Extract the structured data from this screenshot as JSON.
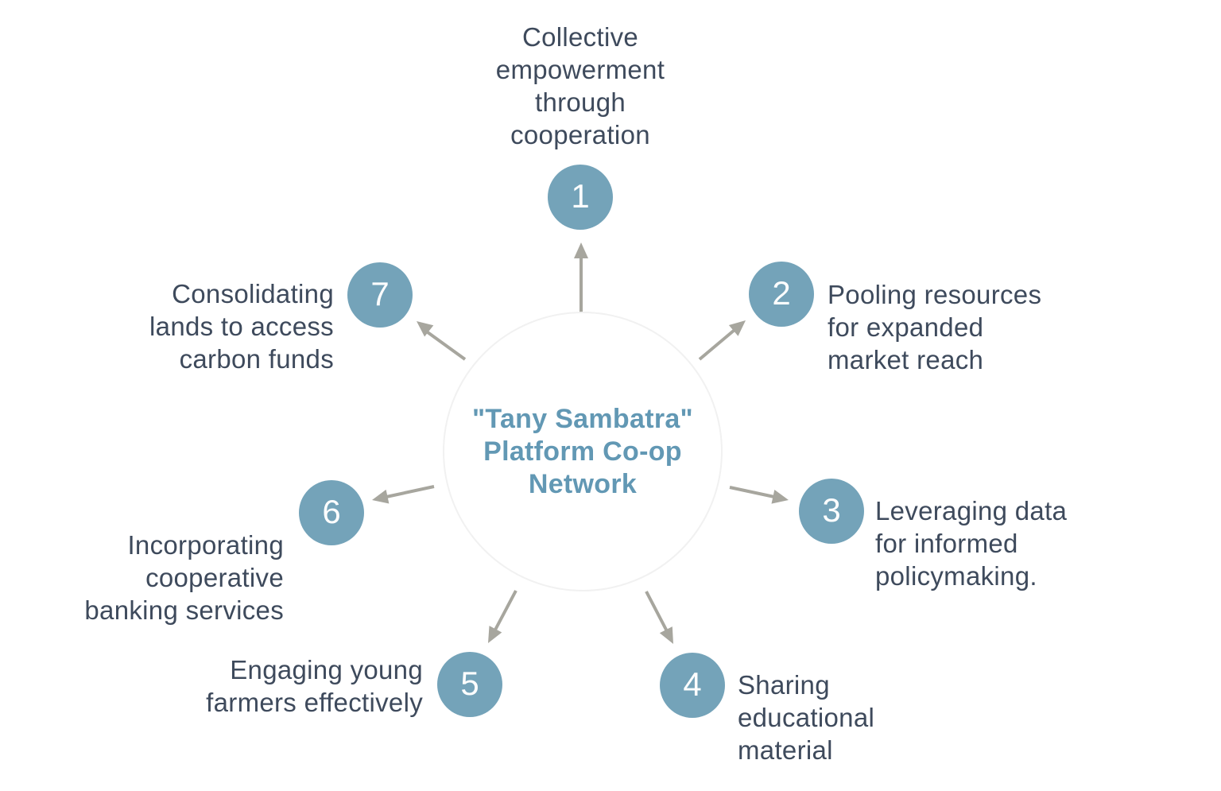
{
  "diagram": {
    "center": {
      "title": "\"Tany Sambatra\" Platform Co-op Network",
      "title_lines": [
        "\"Tany Sambatra\"",
        "Platform Co-op",
        "Network"
      ]
    },
    "items": [
      {
        "number": "1",
        "label": "Collective empowerment through cooperation",
        "lines": [
          "Collective",
          "empowerment",
          "through",
          "cooperation"
        ]
      },
      {
        "number": "2",
        "label": "Pooling resources for expanded market reach",
        "lines": [
          "Pooling resources",
          "for expanded",
          "market reach"
        ]
      },
      {
        "number": "3",
        "label": "Leveraging data for informed policymaking.",
        "lines": [
          "Leveraging data",
          "for informed",
          "policymaking."
        ]
      },
      {
        "number": "4",
        "label": "Sharing educational material",
        "lines": [
          "Sharing",
          "educational",
          "material"
        ]
      },
      {
        "number": "5",
        "label": "Engaging young farmers effectively",
        "lines": [
          "Engaging young",
          "farmers effectively"
        ]
      },
      {
        "number": "6",
        "label": "Incorporating cooperative banking services",
        "lines": [
          "Incorporating",
          "cooperative",
          "banking services"
        ]
      },
      {
        "number": "7",
        "label": "Consolidating lands to access carbon funds",
        "lines": [
          "Consolidating",
          "lands to access",
          "carbon funds"
        ]
      }
    ],
    "colors": {
      "node_fill": "#74a3b9",
      "node_text": "#fdfefe",
      "label_text": "#3e4a5c",
      "center_text": "#6298b4",
      "arrow": "#a7a69e",
      "center_border": "#f1f1f1"
    }
  }
}
